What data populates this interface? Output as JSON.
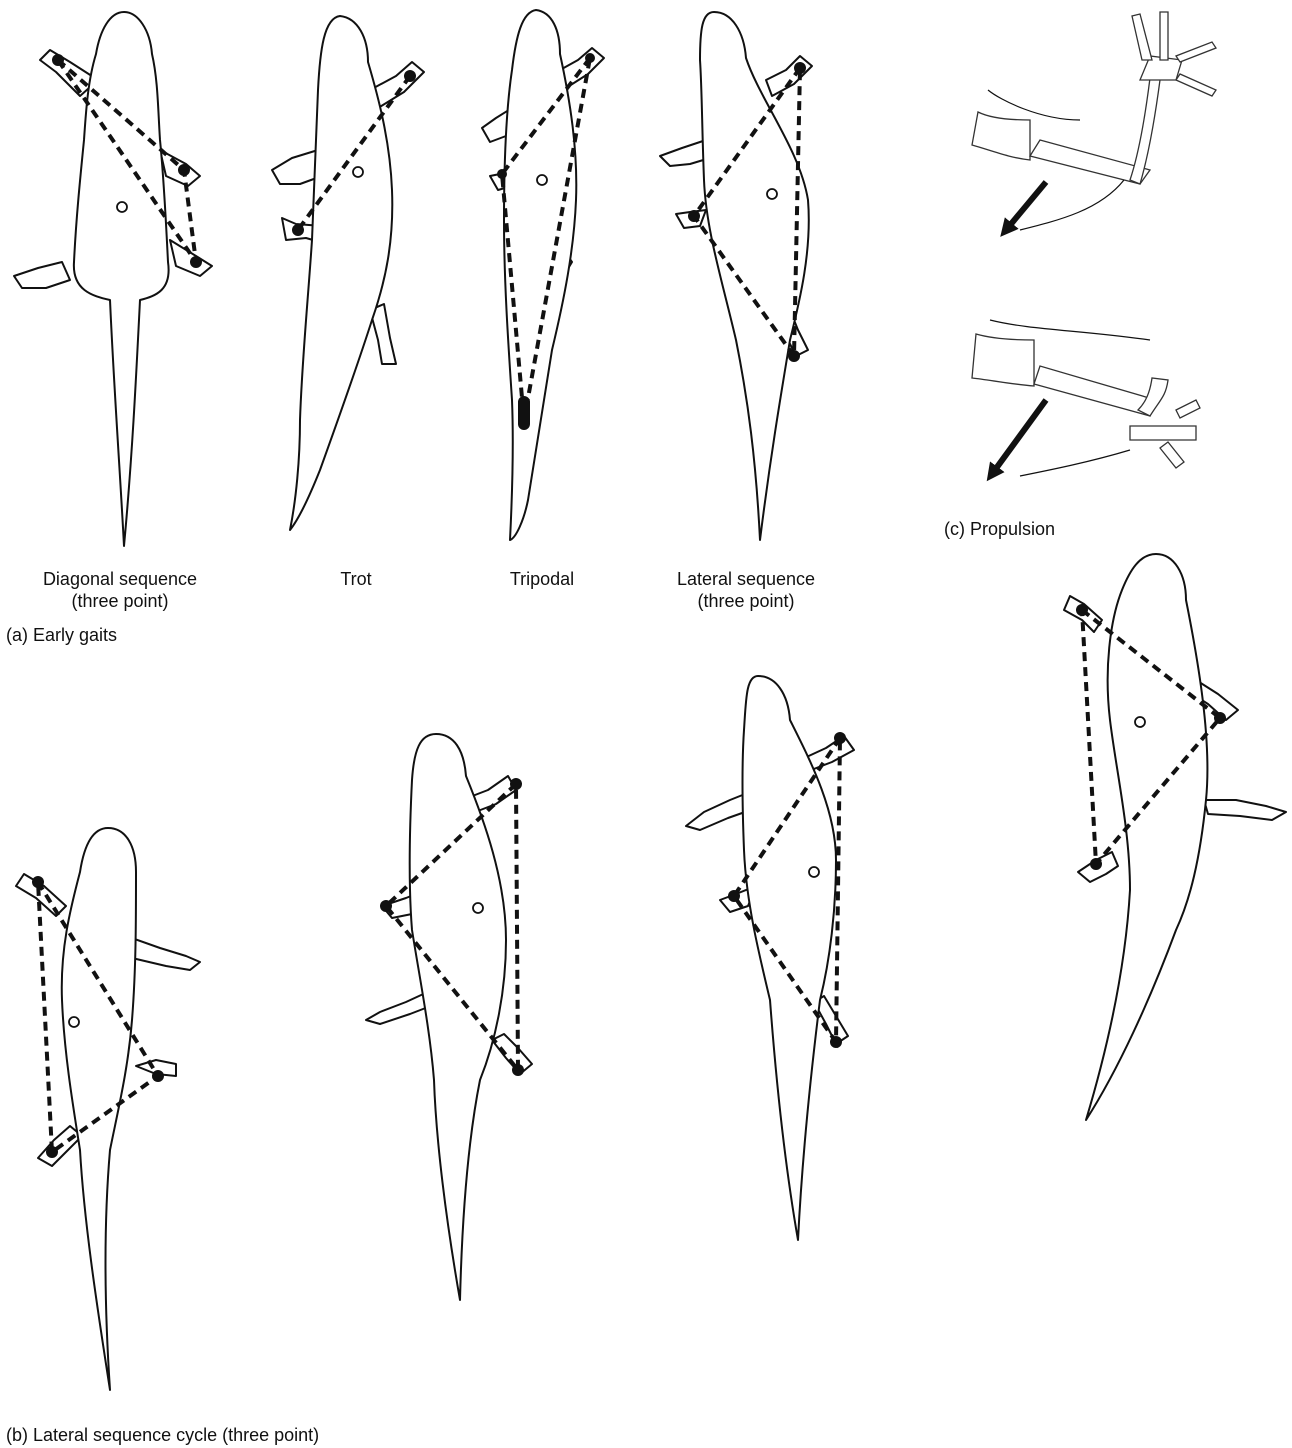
{
  "labels": {
    "a_gait_1": "Diagonal sequence\n(three point)",
    "a_gait_2": "Trot",
    "a_gait_3": "Tripodal",
    "a_gait_4": "Lateral sequence\n(three point)",
    "a_caption": "(a) Early gaits",
    "b_caption": "(b)  Lateral sequence cycle (three point)",
    "c_caption": "(c) Propulsion"
  },
  "colors": {
    "ink": "#111111",
    "paper": "#ffffff"
  }
}
